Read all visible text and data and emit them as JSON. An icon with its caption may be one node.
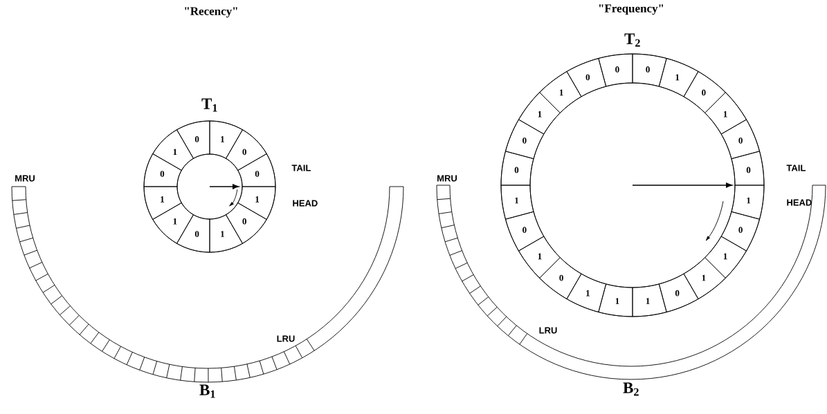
{
  "diagram": {
    "nodes": [
      {
        "text": [
          "T$_{1}$"
        ]
      },
      {
        "text": [
          "1"
        ],
        "in": 0
      },
      {
        "text": [
          "0"
        ],
        "in": 0
      },
      {
        "text": [
          "0"
        ],
        "in": 0
      },
      {
        "text": [
          "1"
        ],
        "in": 0
      },
      {
        "text": [
          "0"
        ],
        "in": 0
      },
      {
        "text": [
          "1"
        ],
        "in": 0
      },
      {
        "text": [
          "0"
        ],
        "in": 0
      },
      {
        "text": [
          "1"
        ],
        "in": 0
      },
      {
        "text": [
          "1"
        ],
        "in": 0
      },
      {
        "text": [
          "0"
        ],
        "in": 0
      },
      {
        "text": [
          "1"
        ],
        "in": 0
      },
      {
        "text": [
          "0"
        ],
        "in": 0
      },
      {
        "text": [
          "B$_{1}$"
        ],
        "beside": [
          "MRU",
          "LRU"
        ]
      },
      {
        "text": [
          "T$_{2}$"
        ]
      },
      {
        "text": [
          "0"
        ],
        "in": 14
      },
      {
        "text": [
          "1"
        ],
        "in": 14
      },
      {
        "text": [
          "0"
        ],
        "in": 14
      },
      {
        "text": [
          "1"
        ],
        "in": 14
      },
      {
        "text": [
          "0"
        ],
        "in": 14
      },
      {
        "text": [
          "0"
        ],
        "in": 14
      },
      {
        "text": [
          "1"
        ],
        "in": 14
      },
      {
        "text": [
          "0"
        ],
        "in": 14
      },
      {
        "text": [
          "1"
        ],
        "in": 14
      },
      {
        "text": [
          "1"
        ],
        "in": 14
      },
      {
        "text": [
          "0"
        ],
        "in": 14
      },
      {
        "text": [
          "1"
        ],
        "in": 14
      },
      {
        "text": [
          "1"
        ],
        "in": 14
      },
      {
        "text": [
          "1"
        ],
        "in": 14
      },
      {
        "text": [
          "0"
        ],
        "in": 14
      },
      {
        "text": [
          "1"
        ],
        "in": 14
      },
      {
        "text": [
          "0"
        ],
        "in": 14
      },
      {
        "text": [
          "1"
        ],
        "in": 14
      },
      {
        "text": [
          "0"
        ],
        "in": 14
      },
      {
        "text": [
          "0"
        ],
        "in": 14
      },
      {
        "text": [
          "1"
        ],
        "in": 14
      },
      {
        "text": [
          "1"
        ],
        "in": 14
      },
      {
        "text": [
          "0"
        ],
        "in": 14
      },
      {
        "text": [
          "0"
        ],
        "in": 14
      },
      {
        "text": [
          "B$_{2}$"
        ],
        "beside": [
          "MRU",
          "LRU"
        ]
      }
    ],
    "labels": [
      "\"Recency\"",
      "\"Frequency\"",
      "TAIL",
      "HEAD",
      "TAIL",
      "HEAD"
    ]
  }
}
